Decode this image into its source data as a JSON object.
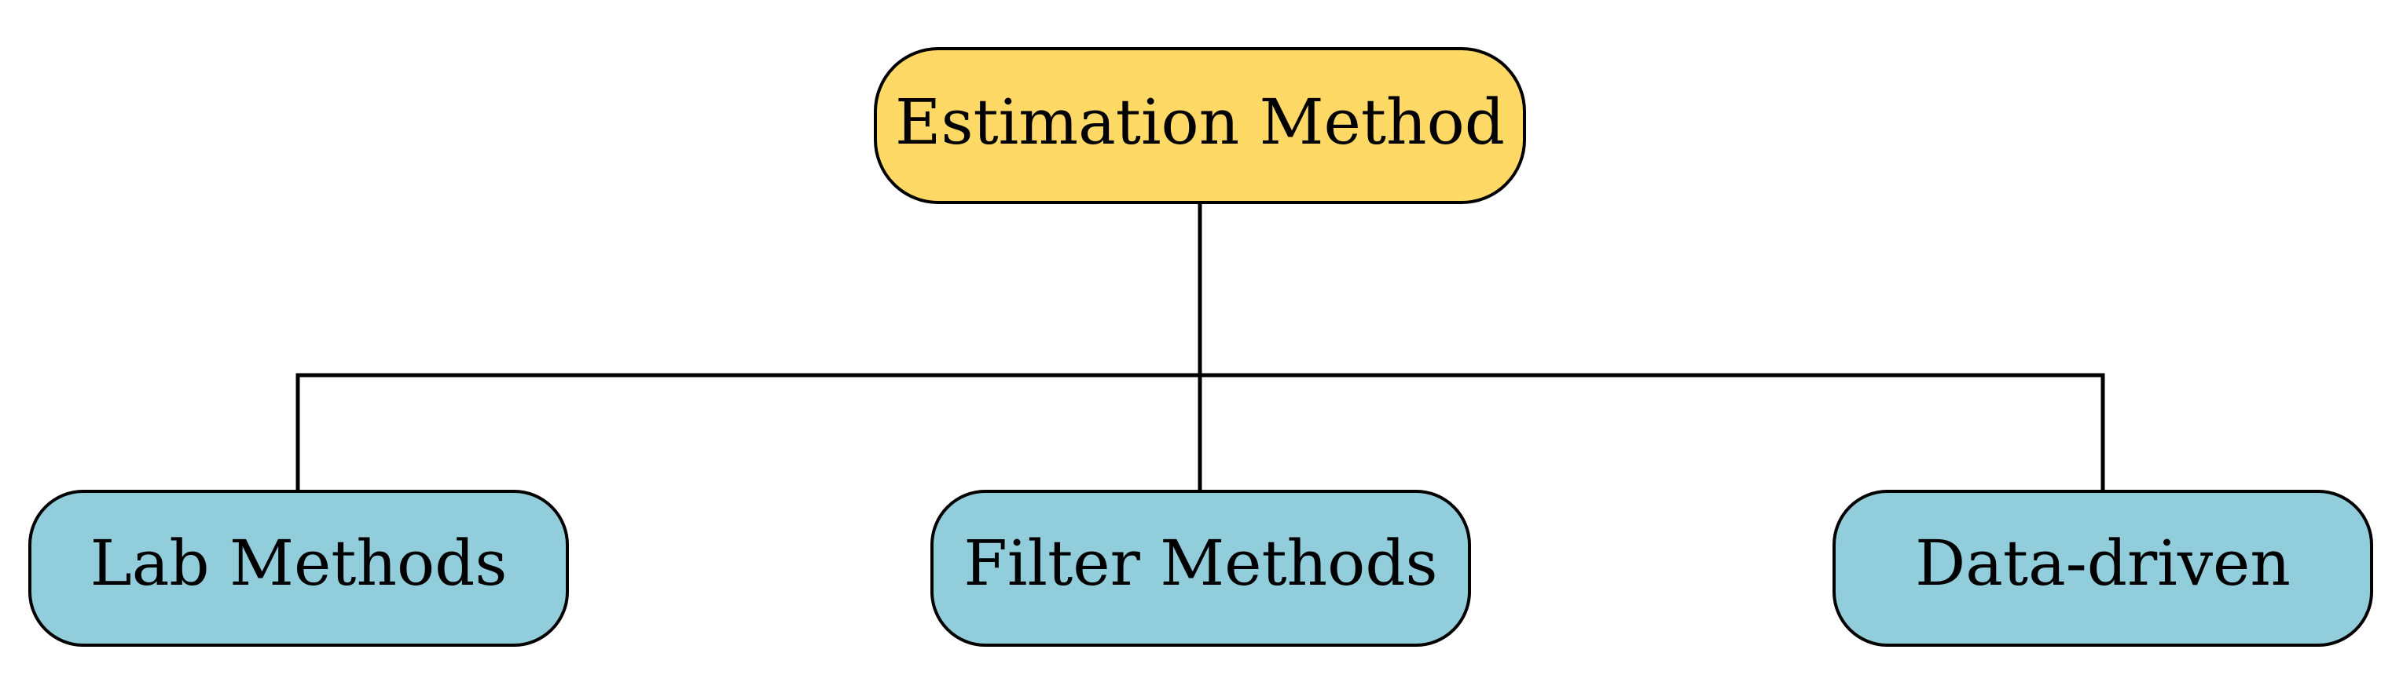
{
  "root": {
    "label": "Estimation Method",
    "color": "#FFD966"
  },
  "children": [
    {
      "label": "Lab Methods",
      "color": "#92CDDC"
    },
    {
      "label": "Filter Methods",
      "color": "#92CDDC"
    },
    {
      "label": "Data-driven",
      "color": "#92CDDC"
    }
  ],
  "colors": {
    "stroke": "#000000",
    "text": "#000000",
    "background": "#FFFFFF"
  }
}
